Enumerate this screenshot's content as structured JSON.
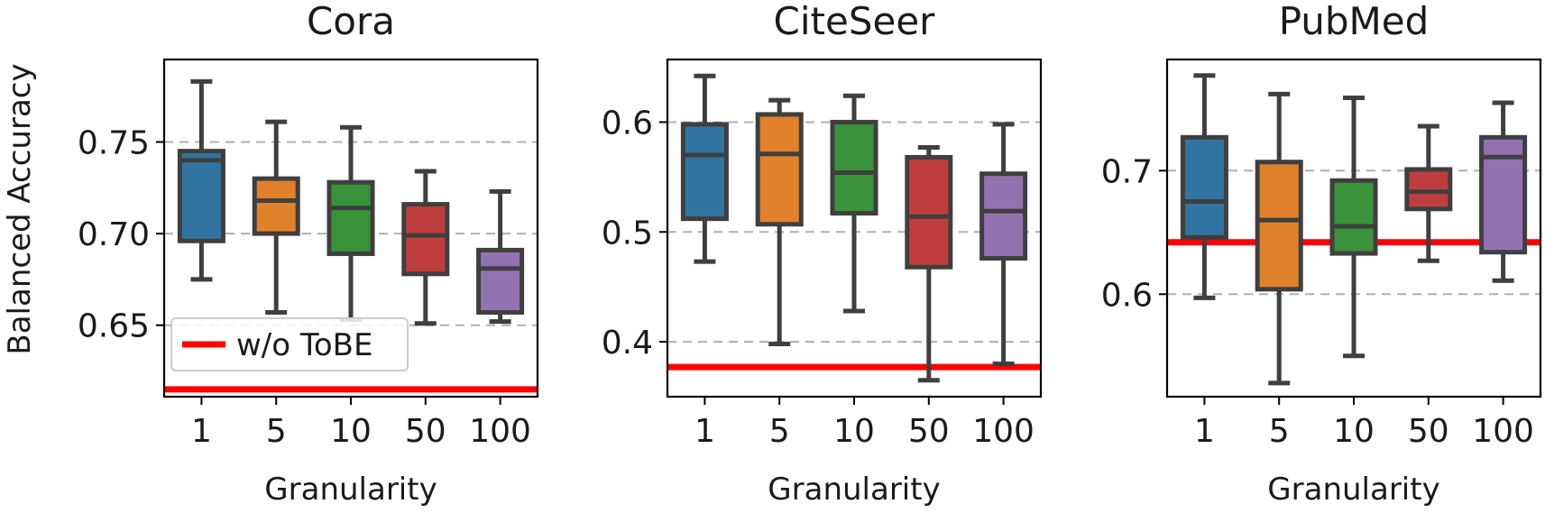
{
  "figure": {
    "ylabel": "Balanced Accuracy",
    "xlabel": "Granularity",
    "legend_label": "w/o ToBE"
  },
  "chart_data": [
    {
      "type": "box",
      "title": "Cora",
      "xlabel": "Granularity",
      "ylabel": "Balanced Accuracy",
      "categories": [
        "1",
        "5",
        "10",
        "50",
        "100"
      ],
      "ylim": [
        0.611,
        0.795
      ],
      "yticks": [
        0.65,
        0.7,
        0.75
      ],
      "ytick_labels": [
        "0.65",
        "0.70",
        "0.75"
      ],
      "grid": "horizontal dashed at ticks",
      "boxes": [
        {
          "whisker_low": 0.675,
          "q1": 0.696,
          "median": 0.74,
          "q3": 0.745,
          "whisker_high": 0.783
        },
        {
          "whisker_low": 0.657,
          "q1": 0.7,
          "median": 0.718,
          "q3": 0.73,
          "whisker_high": 0.761
        },
        {
          "whisker_low": 0.653,
          "q1": 0.689,
          "median": 0.714,
          "q3": 0.728,
          "whisker_high": 0.758
        },
        {
          "whisker_low": 0.651,
          "q1": 0.678,
          "median": 0.699,
          "q3": 0.716,
          "whisker_high": 0.734
        },
        {
          "whisker_low": 0.652,
          "q1": 0.657,
          "median": 0.681,
          "q3": 0.691,
          "whisker_high": 0.723
        }
      ],
      "baseline": 0.615,
      "legend": {
        "label": "w/o ToBE",
        "placement": "lower-left"
      }
    },
    {
      "type": "box",
      "title": "CiteSeer",
      "xlabel": "Granularity",
      "categories": [
        "1",
        "5",
        "10",
        "50",
        "100"
      ],
      "ylim": [
        0.35,
        0.657
      ],
      "yticks": [
        0.4,
        0.5,
        0.6
      ],
      "ytick_labels": [
        "0.4",
        "0.5",
        "0.6"
      ],
      "grid": "horizontal dashed at ticks",
      "boxes": [
        {
          "whisker_low": 0.473,
          "q1": 0.512,
          "median": 0.57,
          "q3": 0.598,
          "whisker_high": 0.642
        },
        {
          "whisker_low": 0.398,
          "q1": 0.507,
          "median": 0.571,
          "q3": 0.607,
          "whisker_high": 0.62
        },
        {
          "whisker_low": 0.428,
          "q1": 0.517,
          "median": 0.554,
          "q3": 0.6,
          "whisker_high": 0.624
        },
        {
          "whisker_low": 0.365,
          "q1": 0.468,
          "median": 0.514,
          "q3": 0.568,
          "whisker_high": 0.577
        },
        {
          "whisker_low": 0.38,
          "q1": 0.476,
          "median": 0.519,
          "q3": 0.553,
          "whisker_high": 0.598
        }
      ],
      "baseline": 0.377
    },
    {
      "type": "box",
      "title": "PubMed",
      "xlabel": "Granularity",
      "categories": [
        "1",
        "5",
        "10",
        "50",
        "100"
      ],
      "ylim": [
        0.517,
        0.79
      ],
      "yticks": [
        0.6,
        0.7
      ],
      "ytick_labels": [
        "0.6",
        "0.7"
      ],
      "grid": "horizontal dashed at ticks",
      "boxes": [
        {
          "whisker_low": 0.597,
          "q1": 0.646,
          "median": 0.675,
          "q3": 0.727,
          "whisker_high": 0.777
        },
        {
          "whisker_low": 0.528,
          "q1": 0.604,
          "median": 0.66,
          "q3": 0.707,
          "whisker_high": 0.762
        },
        {
          "whisker_low": 0.55,
          "q1": 0.633,
          "median": 0.655,
          "q3": 0.692,
          "whisker_high": 0.759
        },
        {
          "whisker_low": 0.627,
          "q1": 0.669,
          "median": 0.683,
          "q3": 0.701,
          "whisker_high": 0.736
        },
        {
          "whisker_low": 0.611,
          "q1": 0.634,
          "median": 0.711,
          "q3": 0.727,
          "whisker_high": 0.755
        }
      ],
      "baseline": 0.642
    }
  ],
  "colors": {
    "boxes": [
      "#3274a1",
      "#e1812c",
      "#3a923a",
      "#c03d3e",
      "#9372b2"
    ],
    "outline": "#3f3f3f",
    "baseline": "#ff0000",
    "grid": "#b0b0b0",
    "axes": "#000000"
  }
}
